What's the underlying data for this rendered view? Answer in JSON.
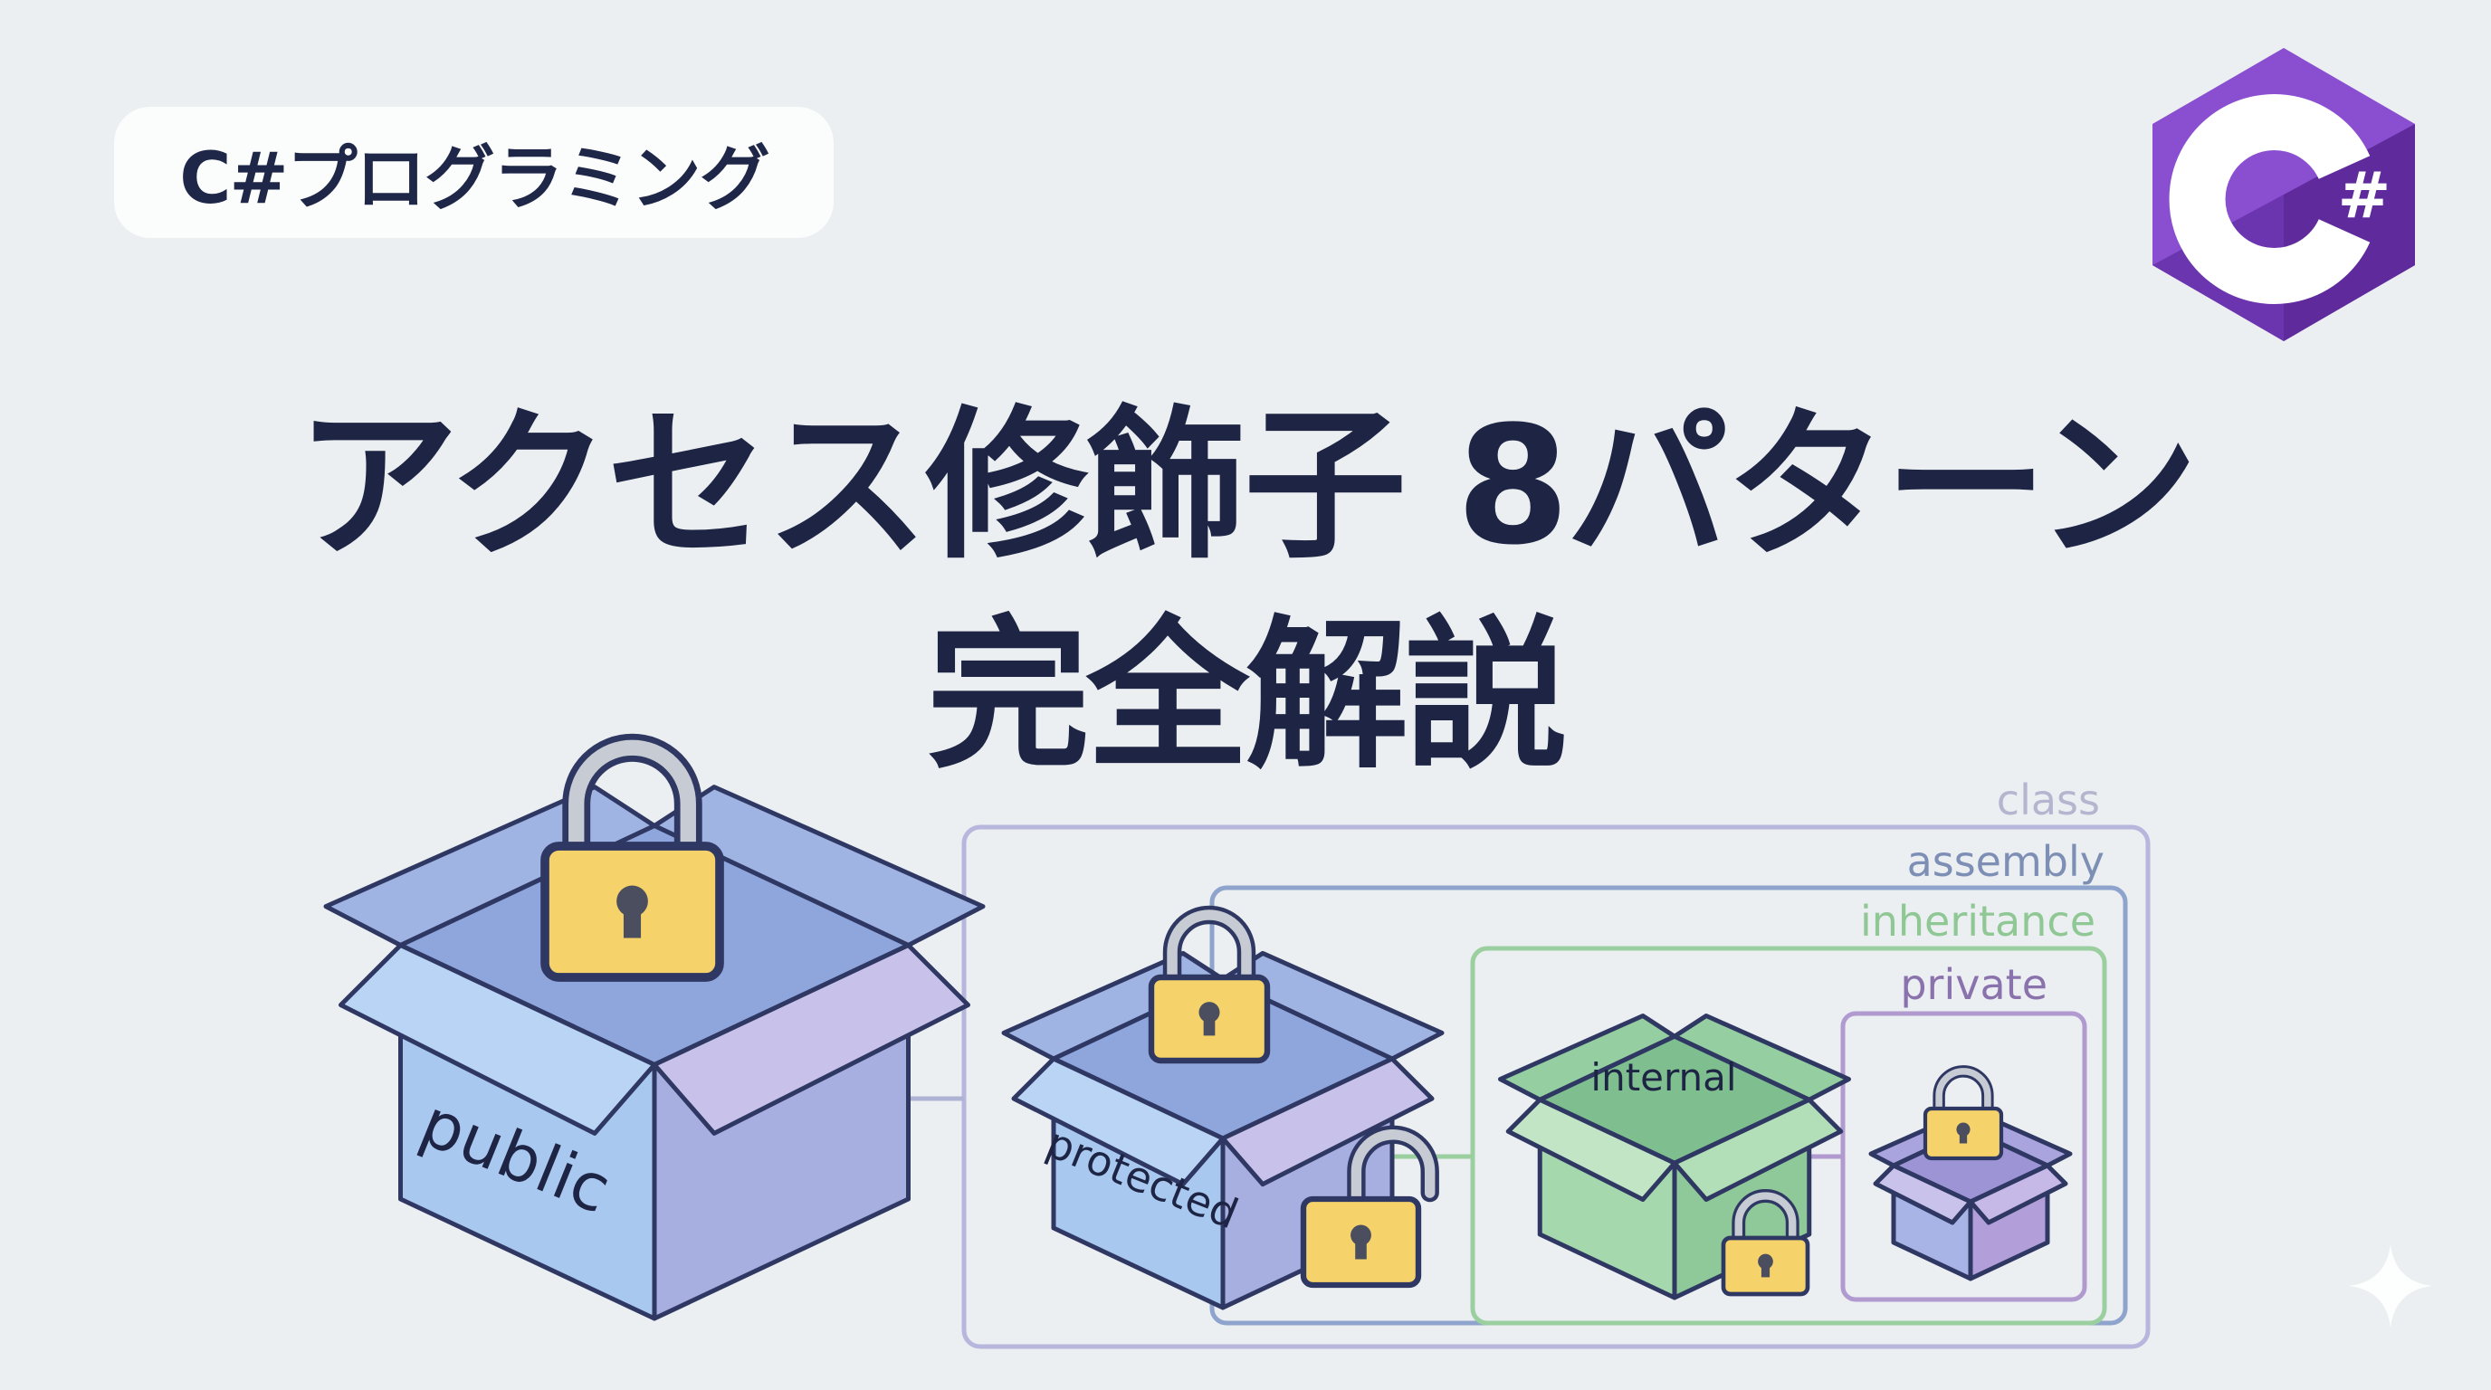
{
  "badge": {
    "label": "C#プログラミング"
  },
  "logo": {
    "text": "C#",
    "color": "#7b3fbf"
  },
  "title": {
    "line1": "アクセス修飾子 8パターン",
    "line2": "完全解説"
  },
  "boxes": {
    "public": "public",
    "protected": "protected",
    "internal": "internal"
  },
  "scopes": {
    "class": "class",
    "assembly": "assembly",
    "inheritance": "inheritance",
    "private": "private"
  },
  "colors": {
    "background": "#eceff1",
    "text": "#1e2544",
    "lock": "#f5d36a",
    "blue": "#a9c8ef",
    "purple": "#b3aee0",
    "green": "#9fd4a9",
    "classLine": "#b7b6dc",
    "assemblyLine": "#8ea4cc",
    "inheritanceLine": "#9ccf9f",
    "privateLine": "#b09ad0"
  }
}
